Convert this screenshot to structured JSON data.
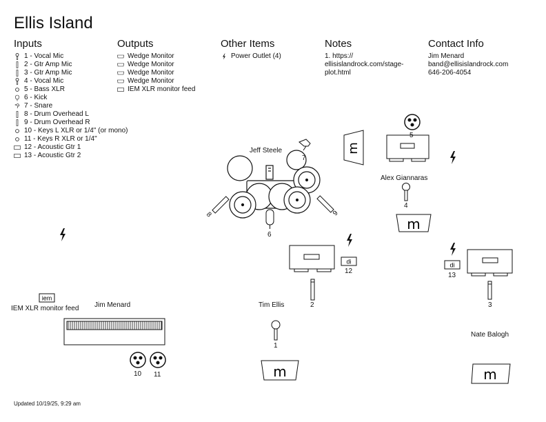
{
  "title": "Ellis Island",
  "inputs": {
    "heading": "Inputs",
    "items": [
      {
        "label": "1 - Vocal Mic",
        "icon": "vocal-mic-icon"
      },
      {
        "label": "2 - Gtr Amp Mic",
        "icon": "instrument-mic-icon"
      },
      {
        "label": "3 - Gtr Amp Mic",
        "icon": "instrument-mic-icon"
      },
      {
        "label": "4 - Vocal Mic",
        "icon": "vocal-mic-icon"
      },
      {
        "label": "5 - Bass XLR",
        "icon": "xlr-icon"
      },
      {
        "label": "6 - Kick",
        "icon": "kick-mic-icon"
      },
      {
        "label": "7 - Snare",
        "icon": "snare-mic-icon"
      },
      {
        "label": "8 - Drum Overhead L",
        "icon": "instrument-mic-icon"
      },
      {
        "label": "9 - Drum Overhead R",
        "icon": "instrument-mic-icon"
      },
      {
        "label": "10 - Keys L XLR or 1/4\" (or mono)",
        "icon": "xlr-icon"
      },
      {
        "label": "11 - Keys R XLR or 1/4\"",
        "icon": "xlr-icon"
      },
      {
        "label": "12 - Acoustic Gtr 1",
        "icon": "di-box-icon"
      },
      {
        "label": "13 - Acoustic Gtr 2",
        "icon": "di-box-icon"
      }
    ]
  },
  "outputs": {
    "heading": "Outputs",
    "items": [
      {
        "label": "Wedge Monitor",
        "icon": "wedge-monitor-icon"
      },
      {
        "label": "Wedge Monitor",
        "icon": "wedge-monitor-icon"
      },
      {
        "label": "Wedge Monitor",
        "icon": "wedge-monitor-icon"
      },
      {
        "label": "Wedge Monitor",
        "icon": "wedge-monitor-icon"
      },
      {
        "label": "IEM XLR monitor feed",
        "icon": "iem-icon"
      }
    ]
  },
  "other_items": {
    "heading": "Other Items",
    "items": [
      {
        "label": "Power Outlet (4)",
        "icon": "power-outlet-icon"
      }
    ]
  },
  "notes": {
    "heading": "Notes",
    "lines": [
      "1. https://",
      "ellisislandrock.com/stage-",
      "plot.html"
    ]
  },
  "contact": {
    "heading": "Contact Info",
    "lines": [
      "Jim Menard",
      "band@ellisislandrock.com",
      "646-206-4054"
    ]
  },
  "stage": {
    "people": {
      "jeff": "Jeff Steele",
      "alex": "Alex Giannaras",
      "jim": "Jim Menard",
      "tim": "Tim Ellis",
      "nate": "Nate Balogh"
    },
    "input_numbers": [
      "1",
      "2",
      "3",
      "4",
      "5",
      "6",
      "7",
      "8",
      "9",
      "10",
      "11",
      "12",
      "13"
    ],
    "monitor_letter": "m",
    "di_label": "di",
    "iem_label": "iem",
    "iem_caption": "IEM XLR monitor feed"
  },
  "footer": "Updated 10/19/25, 9:29 am"
}
